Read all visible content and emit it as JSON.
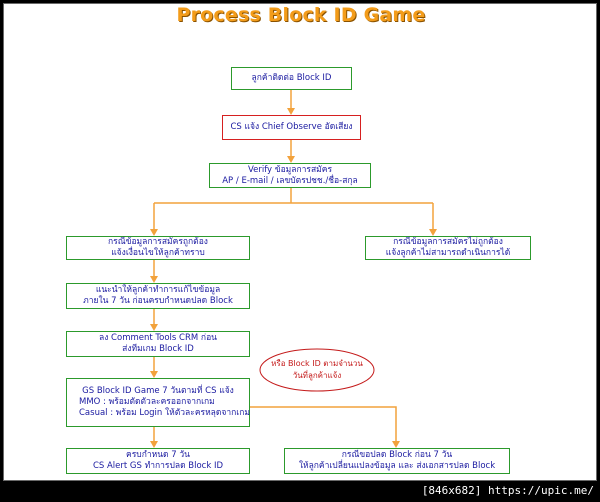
{
  "title": "Process Block ID Game",
  "colors": {
    "title": "#f39c1a",
    "connector": "#f2a23c",
    "box_border": "#2c9a2c",
    "box_border_alert": "#d62020",
    "text": "#1a1aa0",
    "note": "#c41a1a"
  },
  "boxes": {
    "contact": [
      "ลูกค้าติดต่อ Block ID"
    ],
    "cs_report": [
      "CS แจ้ง Chief Observe อัดเสียง"
    ],
    "verify": [
      "Verify ข้อมูลการสมัคร",
      "AP / E-mail / เลขบัตรปชช./ชื่อ-สกุล"
    ],
    "info_correct": [
      "กรณีข้อมูลการสมัครถูกต้อง",
      "แจ้งเงื่อนไขให้ลูกค้าทราบ"
    ],
    "info_incorrect": [
      "กรณีข้อมูลการสมัครไม่ถูกต้อง",
      "แจ้งลูกค้าไม่สามารถดำเนินการได้"
    ],
    "advise": [
      "แนะนำให้ลูกค้าทำการแก้ไขข้อมูล",
      "ภายใน 7 วัน ก่อนครบกำหนดปลด Block"
    ],
    "comment": [
      "ลง Comment Tools CRM ก่อน",
      "ส่งทีมเกม Block ID"
    ],
    "gs_block": [
      "GS Block ID Game 7 วันตามที่ CS แจ้ง",
      "MMO : พร้อมตัดตัวละครออกจากเกม",
      "Casual : พร้อม Login ให้ตัวละครหลุดจากเกม"
    ],
    "due": [
      "ครบกำหนด 7 วัน",
      "CS Alert GS ทำการปลด Block ID"
    ],
    "early_unblock": [
      "กรณีขอปลด Block ก่อน 7 วัน",
      "ให้ลูกค้าเปลี่ยนแปลงข้อมูล และ ส่งเอกสารปลด Block"
    ]
  },
  "note": [
    "หรือ Block ID ตามจำนวน",
    "วันที่ลูกค้าแจ้ง"
  ],
  "footer": "[846x682] https://upic.me/"
}
